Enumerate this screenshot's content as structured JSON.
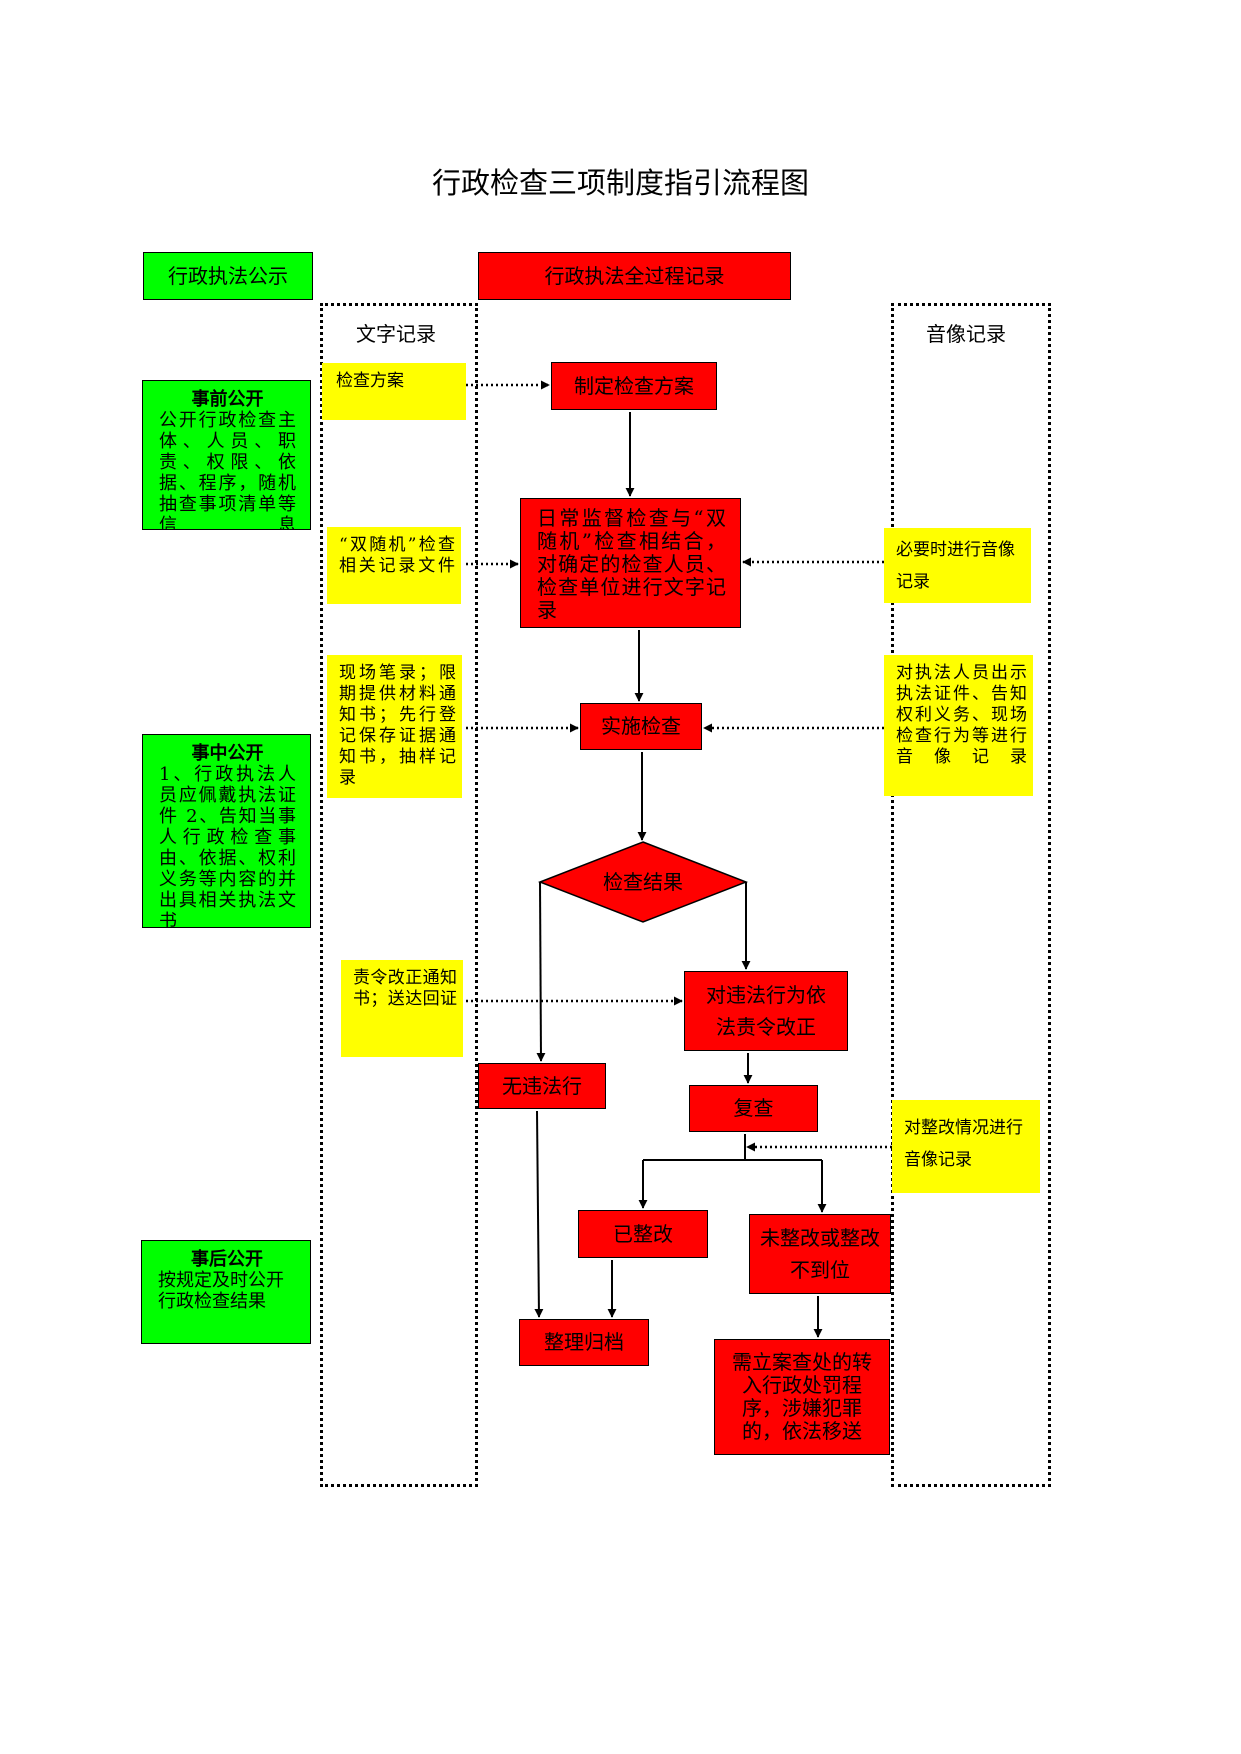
{
  "title": "行政检查三项制度指引流程图",
  "headers": {
    "publicity": "行政执法公示",
    "recording": "行政执法全过程记录",
    "text_record": "文字记录",
    "av_record": "音像记录"
  },
  "publicity": {
    "before": {
      "heading": "事前公开",
      "body": "公开行政检查主体、人员、职责、权限、依据、程序，随机抽查事项清单等信息"
    },
    "during": {
      "heading": "事中公开",
      "body": "1、行政执法人员应佩戴执法证件 2、告知当事人行政检查事由、依据、权利义务等内容的并出具相关执法文书"
    },
    "after": {
      "heading": "事后公开",
      "body": "按规定及时公开行政检查结果"
    }
  },
  "text_records": {
    "plan": "检查方案",
    "random": "“双随机”检查相关记录文件",
    "onsite": "现场笔录；限期提供材料通知书；先行登记保存证据通知书，抽样记录",
    "rectify": "责令改正通知书；送达回证"
  },
  "av_records": {
    "necessary": "必要时进行音像记录",
    "onsite": "对执法人员出示执法证件、告知权利义务、现场检查行为等进行音像记录",
    "rectify": "对整改情况进行音像记录"
  },
  "flow": {
    "make_plan": "制定检查方案",
    "daily": "日常监督检查与“双随机”检查相结合，对确定的检查人员、检查单位进行文字记录",
    "conduct": "实施检查",
    "result": "检查结果",
    "order_correct": "对违法行为依法责令改正",
    "no_violation": "无违法行",
    "recheck": "复查",
    "corrected": "已整改",
    "not_corrected": "未整改或整改不到位",
    "archive": "整理归档",
    "transfer": "需立案查处的转入行政处罚程序，涉嫌犯罪的，依法移送"
  },
  "colors": {
    "green": "#00ff00",
    "red": "#ff0000",
    "yellow": "#ffff00"
  }
}
